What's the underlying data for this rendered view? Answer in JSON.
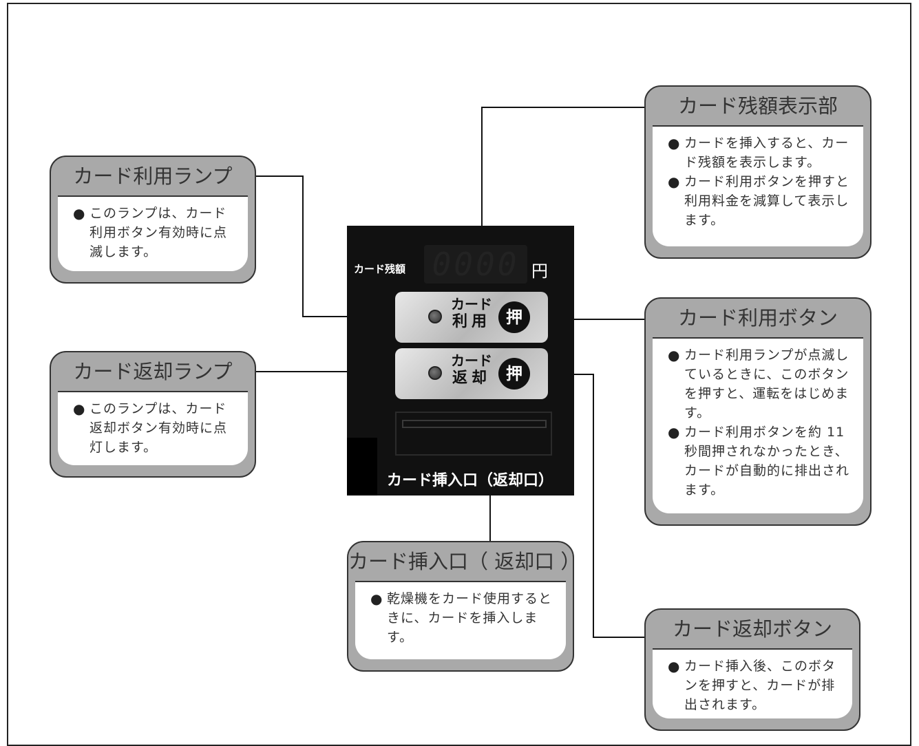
{
  "panel": {
    "display_label": "カード残額",
    "display_value": "0000",
    "display_unit": "円",
    "use_button": {
      "line1": "カード",
      "line2": "利用",
      "push": "押"
    },
    "return_button": {
      "line1": "カード",
      "line2": "返却",
      "push": "押"
    },
    "slot_label": "カード挿入口（返却口）"
  },
  "callouts": {
    "balance_display": {
      "title": "カード残額表示部",
      "items": [
        "カードを挿入すると、カード残額を表示します。",
        "カード利用ボタンを押すと利用料金を減算して表示します。"
      ]
    },
    "use_lamp": {
      "title": "カード利用ランプ",
      "items": [
        "このランプは、カード利用ボタン有効時に点滅します。"
      ]
    },
    "return_lamp": {
      "title": "カード返却ランプ",
      "items": [
        "このランプは、カード返却ボタン有効時に点灯します。"
      ]
    },
    "use_button": {
      "title": "カード利用ボタン",
      "items": [
        "カード利用ランプが点滅しているときに、このボタンを押すと、運転をはじめます。",
        "カード利用ボタンを約 11 秒間押されなかったとき、カードが自動的に排出されます。"
      ]
    },
    "slot": {
      "title": "カード挿入口（ 返却口 ）",
      "items": [
        "乾燥機をカード使用するときに、カードを挿入します。"
      ]
    },
    "return_button": {
      "title": "カード返却ボタン",
      "items": [
        "カード挿入後、このボタンを押すと、カードが排出されます。"
      ]
    }
  }
}
